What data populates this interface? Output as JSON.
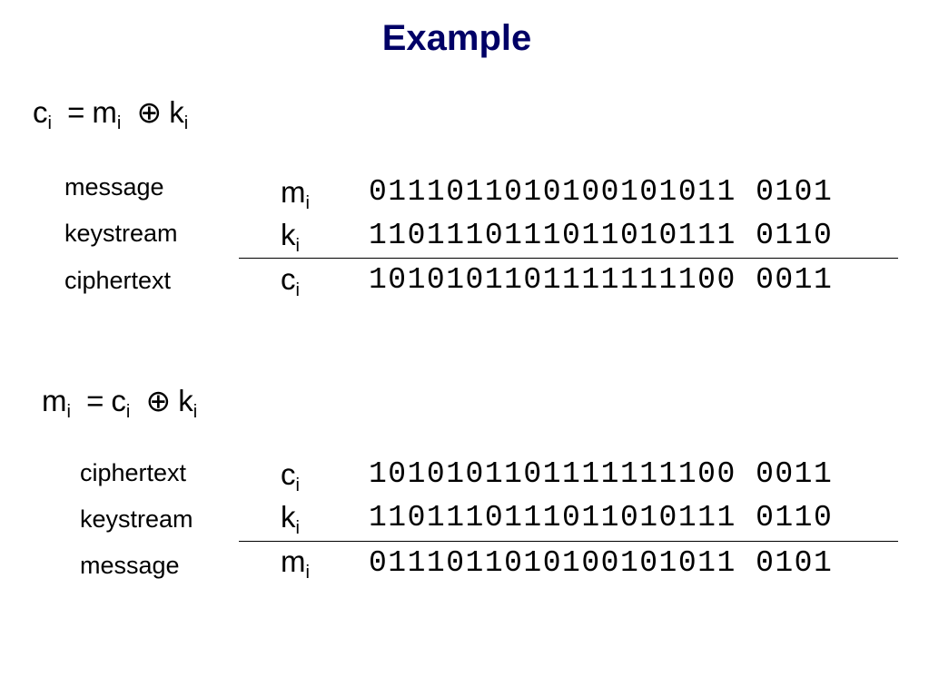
{
  "slide": {
    "title": "Example",
    "title_color": "#000066"
  },
  "encrypt": {
    "formula": {
      "lhs": "c",
      "lhs_sub": "i",
      "eq": "=",
      "a": "m",
      "a_sub": "i",
      "op": "⊕",
      "b": "k",
      "b_sub": "i"
    },
    "rows": [
      {
        "label": "message",
        "var": "m",
        "sub": "i",
        "bits": "0111011010100101011 0101"
      },
      {
        "label": "keystream",
        "var": "k",
        "sub": "i",
        "bits": "1101110111011010111 0110"
      },
      {
        "label": "ciphertext",
        "var": "c",
        "sub": "i",
        "bits": "1010101101111111100 0011"
      }
    ]
  },
  "decrypt": {
    "formula": {
      "lhs": "m",
      "lhs_sub": "i",
      "eq": "=",
      "a": "c",
      "a_sub": "i",
      "op": "⊕",
      "b": "k",
      "b_sub": "i"
    },
    "rows": [
      {
        "label": "ciphertext",
        "var": "c",
        "sub": "i",
        "bits": "1010101101111111100 0011"
      },
      {
        "label": "keystream",
        "var": "k",
        "sub": "i",
        "bits": "1101110111011010111 0110"
      },
      {
        "label": "message",
        "var": "m",
        "sub": "i",
        "bits": "0111011010100101011 0101"
      }
    ]
  }
}
